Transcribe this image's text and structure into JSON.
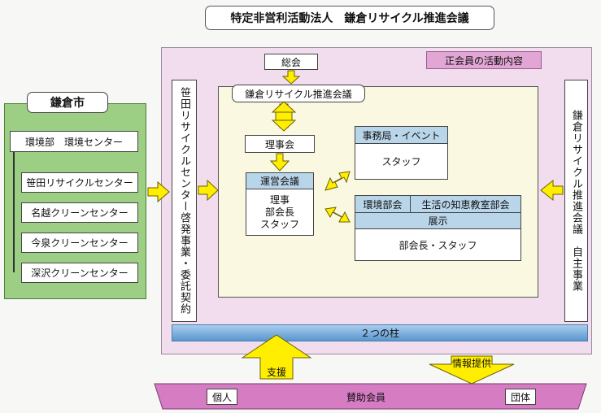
{
  "title": "特定非営利活動法人　鎌倉リサイクル推進会議",
  "city": {
    "title": "鎌倉市",
    "header": "環境部　環境センター",
    "centers": [
      "笹田リサイクルセンター",
      "名越クリーンセンター",
      "今泉クリーンセンター",
      "深沢クリーンセンター"
    ]
  },
  "left_vertical": "笹田リサイクルセンター啓発事業・委託契約",
  "right_vertical": "鎌倉リサイクル推進会議　自主事業",
  "general_meeting": "総会",
  "regular_member_label": "正会員の活動内容",
  "org_name": "鎌倉リサイクル推進会議",
  "board": "理事会",
  "steering": {
    "title": "運営会議",
    "members": [
      "理事",
      "部会長",
      "スタッフ"
    ]
  },
  "secretariat": {
    "title": "事務局・イベント",
    "body": "スタッフ"
  },
  "departments": {
    "env": "環境部会",
    "wisdom": "生活の知恵教室部会",
    "exhibit": "展示",
    "body": "部会長・スタッフ"
  },
  "pillars": "２つの柱",
  "support": "支援",
  "info": "情報提供",
  "supporting": {
    "title": "賛助会員",
    "individual": "個人",
    "group": "団体"
  },
  "colors": {
    "green": "#9ccf83",
    "pink": "#f1ddee",
    "cream": "#fbf8e2",
    "yellow": "#ffee00",
    "header_blue": "#b9d5ea",
    "magenta": "#d57cc3"
  }
}
